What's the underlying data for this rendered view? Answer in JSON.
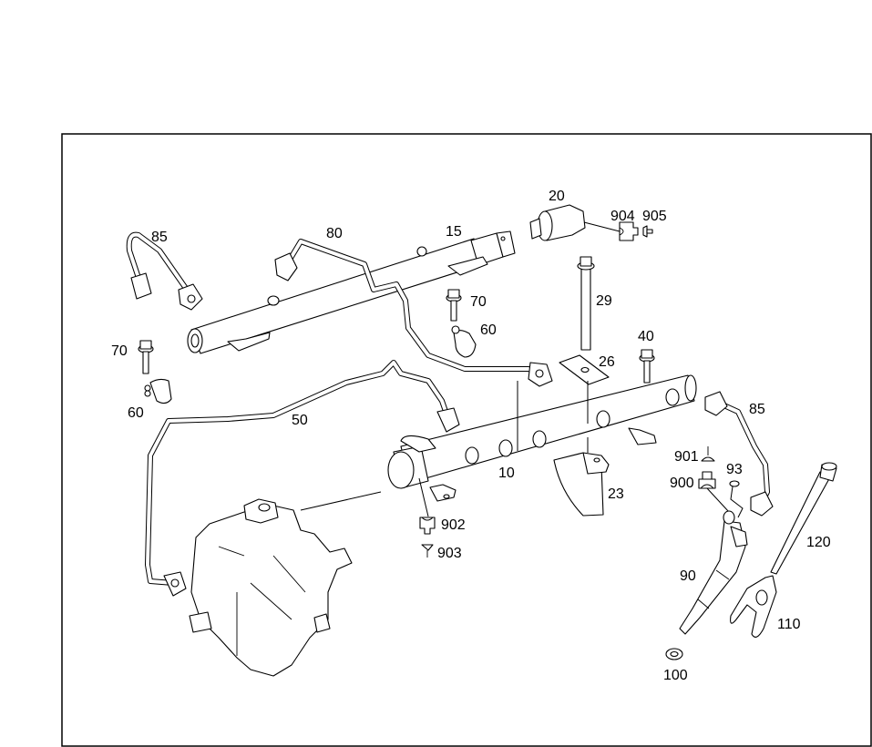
{
  "diagram": {
    "title": "",
    "callouts": [
      {
        "id": "c85a",
        "text": "85"
      },
      {
        "id": "c80",
        "text": "80"
      },
      {
        "id": "c15",
        "text": "15"
      },
      {
        "id": "c20",
        "text": "20"
      },
      {
        "id": "c904",
        "text": "904"
      },
      {
        "id": "c905",
        "text": "905"
      },
      {
        "id": "c29",
        "text": "29"
      },
      {
        "id": "c70a",
        "text": "70"
      },
      {
        "id": "c60a",
        "text": "60"
      },
      {
        "id": "c70b",
        "text": "70"
      },
      {
        "id": "c60b",
        "text": "60"
      },
      {
        "id": "c40",
        "text": "40"
      },
      {
        "id": "c26",
        "text": "26"
      },
      {
        "id": "c50",
        "text": "50"
      },
      {
        "id": "c85b",
        "text": "85"
      },
      {
        "id": "c10",
        "text": "10"
      },
      {
        "id": "c23",
        "text": "23"
      },
      {
        "id": "c901",
        "text": "901"
      },
      {
        "id": "c900",
        "text": "900"
      },
      {
        "id": "c93",
        "text": "93"
      },
      {
        "id": "c902",
        "text": "902"
      },
      {
        "id": "c903",
        "text": "903"
      },
      {
        "id": "c120",
        "text": "120"
      },
      {
        "id": "c90",
        "text": "90"
      },
      {
        "id": "c110",
        "text": "110"
      },
      {
        "id": "c100",
        "text": "100"
      }
    ]
  }
}
